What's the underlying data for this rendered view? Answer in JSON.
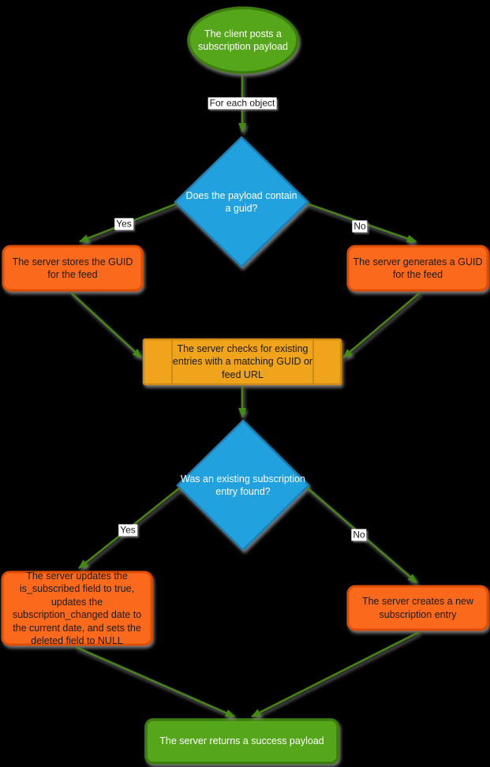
{
  "diagram": {
    "title": "Subscription payload processing flowchart",
    "background_color": "#000000",
    "colors": {
      "terminator_fill": "#57A61F",
      "terminator_border": "#3C7D10",
      "decision_fill": "#24A1DF",
      "decision_border": "#1A7FB5",
      "process_fill": "#FB691E",
      "process_border": "#DF4E05",
      "subroutine_fill": "#EFA41F",
      "subroutine_border": "#CE8A12",
      "edge_color": "#4A8413",
      "arrowhead_color": "#3F8D10",
      "edge_label_bg": "#FFFFFF",
      "edge_label_text": "#1A1A1A"
    },
    "nodes": {
      "start": {
        "shape": "ellipse",
        "label": "The client posts a subscription payload"
      },
      "guid_decision": {
        "shape": "diamond",
        "label": "Does the payload contain a guid?"
      },
      "store_guid": {
        "shape": "rounded-rect",
        "label": "The server stores the GUID for the feed"
      },
      "generate_guid": {
        "shape": "rounded-rect",
        "label": "The server generates a GUID for the feed"
      },
      "check_existing": {
        "shape": "subroutine",
        "label": "The server checks for existing entries with a matching GUID or feed URL"
      },
      "found_decision": {
        "shape": "diamond",
        "label": "Was an existing subscription entry found?"
      },
      "update_entry": {
        "shape": "rounded-rect",
        "label": "The server updates the is_subscribed field to true, updates the subscription_changed date to the current date, and sets the deleted field to NULL"
      },
      "create_entry": {
        "shape": "rounded-rect",
        "label": "The server creates a new subscription entry"
      },
      "return_success": {
        "shape": "rounded-rect",
        "label": "The server returns a success payload"
      }
    },
    "edges": [
      {
        "from": "start",
        "to": "guid_decision",
        "label": "For each object"
      },
      {
        "from": "guid_decision",
        "to": "store_guid",
        "label": "Yes"
      },
      {
        "from": "guid_decision",
        "to": "generate_guid",
        "label": "No"
      },
      {
        "from": "store_guid",
        "to": "check_existing",
        "label": ""
      },
      {
        "from": "generate_guid",
        "to": "check_existing",
        "label": ""
      },
      {
        "from": "check_existing",
        "to": "found_decision",
        "label": ""
      },
      {
        "from": "found_decision",
        "to": "update_entry",
        "label": "Yes"
      },
      {
        "from": "found_decision",
        "to": "create_entry",
        "label": "No"
      },
      {
        "from": "update_entry",
        "to": "return_success",
        "label": ""
      },
      {
        "from": "create_entry",
        "to": "return_success",
        "label": ""
      }
    ]
  }
}
